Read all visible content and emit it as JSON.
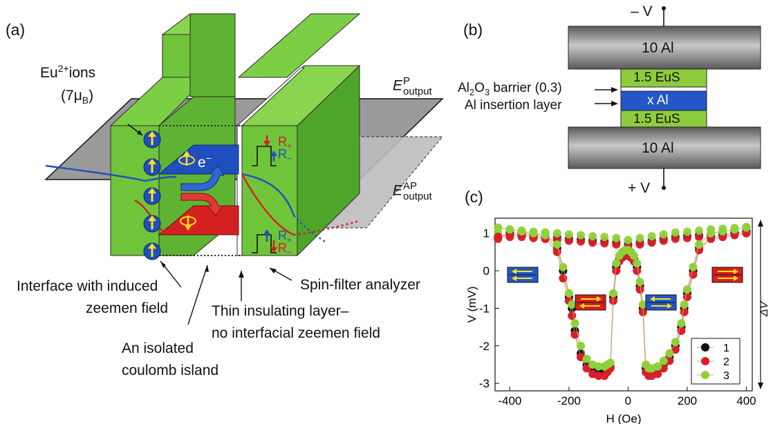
{
  "figure": {
    "panel_a": {
      "letter": "(a)",
      "eu_ion_base": "Eu",
      "eu_ion_sup": "2+",
      "eu_ion_suffix": "ions",
      "moment_open": "(7",
      "moment_mu": "μ",
      "moment_sub": "B",
      "moment_close": ")",
      "electron_label": "e",
      "electron_sup": "−",
      "e_output_p_base": "E",
      "e_output_p_sup": "P",
      "e_output_p_sub": "output",
      "e_output_ap_base": "E",
      "e_output_ap_sup": "AP",
      "e_output_ap_sub": "output",
      "r_plus_top": "R",
      "r_plus_top_sub": "+",
      "r_minus_top": "R",
      "r_minus_top_sub": "−",
      "r_plus_bottom": "R",
      "r_plus_bottom_sub": "+",
      "r_minus_bottom": "R",
      "r_minus_bottom_sub": "−",
      "interface_label_line1": "Interface with induced",
      "interface_label_line2": "zeemen field",
      "thin_layer_line1": "Thin insulating layer–",
      "thin_layer_line2": "no interfacial zeemen field",
      "analyzer_label": "Spin-filter analyzer",
      "island_line1": "An isolated",
      "island_line2": "coulomb island",
      "colors": {
        "green": "#6fc43a",
        "dark_green": "#3f8a1c",
        "blue": "#1f4fbf",
        "red": "#d42020",
        "gray": "#8a8a8a",
        "yellow": "#ffe11a"
      }
    },
    "panel_b": {
      "letter": "(b)",
      "minus_v": "– V",
      "plus_v": "+ V",
      "top_electrode": "10 Al",
      "bottom_electrode": "10 Al",
      "eus_top": "1.5 EuS",
      "eus_bottom": "1.5 EuS",
      "insertion": "x Al",
      "barrier_label_pre": "Al",
      "barrier_label_sub2": "2",
      "barrier_label_mid": "O",
      "barrier_label_sub3": "3",
      "barrier_label_post": " barrier (0.3)",
      "insertion_label": "Al insertion layer",
      "colors": {
        "eus": "#8fcc3d",
        "al_insert": "#2456c8",
        "electrode": "#7a7a7a"
      }
    },
    "panel_c": {
      "letter": "(c)",
      "delta_v": "ΔV"
    }
  },
  "chart_data": {
    "type": "scatter",
    "xlabel": "H (Oe)",
    "ylabel": "V (mV)",
    "xlim": [
      -450,
      420
    ],
    "ylim": [
      -3.2,
      1.4
    ],
    "xticks": [
      -400,
      -200,
      0,
      200,
      400
    ],
    "yticks": [
      1,
      0,
      -1,
      -2,
      -3
    ],
    "legend_position": "bottom-right",
    "series": [
      {
        "name": "1",
        "color": "#111111",
        "x": [
          -440,
          -400,
          -360,
          -320,
          -280,
          -240,
          -220,
          -200,
          -190,
          -180,
          -160,
          -140,
          -120,
          -100,
          -80,
          -70,
          -60,
          -50,
          -40,
          -30,
          -20,
          -10,
          0,
          10,
          20,
          30,
          40,
          50,
          60,
          70,
          80,
          100,
          120,
          140,
          160,
          180,
          190,
          200,
          220,
          240,
          280,
          320,
          360,
          400
        ],
        "y": [
          0.9,
          1.0,
          1.0,
          0.95,
          0.9,
          0.6,
          0.0,
          -0.7,
          -1.0,
          -1.6,
          -2.2,
          -2.5,
          -2.6,
          -2.7,
          -2.7,
          -2.6,
          -2.55,
          -0.7,
          0.1,
          0.3,
          0.4,
          0.45,
          0.45,
          0.4,
          0.3,
          0.1,
          -0.4,
          -1.0,
          -2.6,
          -2.7,
          -2.7,
          -2.65,
          -2.5,
          -2.3,
          -2.0,
          -1.5,
          -1.0,
          -0.6,
          0.0,
          0.6,
          0.9,
          0.95,
          1.0,
          1.05
        ]
      },
      {
        "name": "2",
        "color": "#d81f2a",
        "x": [
          -440,
          -400,
          -360,
          -320,
          -280,
          -240,
          -220,
          -200,
          -190,
          -180,
          -160,
          -140,
          -120,
          -100,
          -80,
          -70,
          -60,
          -50,
          -40,
          -30,
          -20,
          -10,
          0,
          10,
          20,
          30,
          40,
          50,
          60,
          70,
          80,
          100,
          120,
          140,
          160,
          180,
          190,
          200,
          220,
          240,
          280,
          320,
          360,
          400
        ],
        "y": [
          0.9,
          0.95,
          0.95,
          0.9,
          0.85,
          0.5,
          -0.2,
          -0.8,
          -1.2,
          -1.7,
          -2.3,
          -2.6,
          -2.75,
          -2.8,
          -2.8,
          -2.7,
          -2.6,
          -0.8,
          0.0,
          0.25,
          0.35,
          0.4,
          0.4,
          0.35,
          0.25,
          0.0,
          -0.5,
          -1.1,
          -2.7,
          -2.8,
          -2.8,
          -2.75,
          -2.6,
          -2.4,
          -2.1,
          -1.6,
          -1.1,
          -0.7,
          -0.1,
          0.55,
          0.85,
          0.9,
          0.95,
          1.0
        ]
      },
      {
        "name": "3",
        "color": "#8fd13a",
        "x": [
          -440,
          -400,
          -360,
          -320,
          -280,
          -240,
          -220,
          -200,
          -190,
          -180,
          -160,
          -140,
          -120,
          -100,
          -80,
          -70,
          -60,
          -50,
          -40,
          -30,
          -20,
          -10,
          0,
          10,
          20,
          30,
          40,
          50,
          60,
          70,
          80,
          100,
          120,
          140,
          160,
          180,
          190,
          200,
          220,
          240,
          280,
          320,
          360,
          400
        ],
        "y": [
          1.15,
          1.1,
          1.05,
          1.0,
          0.95,
          0.7,
          0.1,
          -0.6,
          -0.9,
          -1.4,
          -2.0,
          -2.35,
          -2.5,
          -2.55,
          -2.55,
          -2.5,
          -2.45,
          -0.6,
          0.2,
          0.4,
          0.5,
          0.55,
          0.55,
          0.5,
          0.4,
          0.2,
          -0.3,
          -0.9,
          -2.5,
          -2.6,
          -2.6,
          -2.55,
          -2.4,
          -2.2,
          -1.9,
          -1.4,
          -0.9,
          -0.5,
          0.1,
          0.7,
          1.0,
          1.05,
          1.1,
          1.15
        ]
      }
    ],
    "upper_branch_x": [
      -440,
      -400,
      -360,
      -320,
      -280,
      -240,
      -200,
      -160,
      -120,
      -80,
      -40,
      0,
      40,
      80,
      120,
      160,
      200,
      240,
      280,
      320,
      360,
      400
    ],
    "upper_branch_y": [
      0.9,
      0.95,
      0.95,
      0.92,
      0.9,
      0.88,
      0.85,
      0.83,
      0.8,
      0.78,
      0.75,
      0.7,
      0.75,
      0.8,
      0.85,
      0.9,
      0.92,
      0.95,
      0.98,
      1.0,
      1.02,
      1.05
    ]
  }
}
